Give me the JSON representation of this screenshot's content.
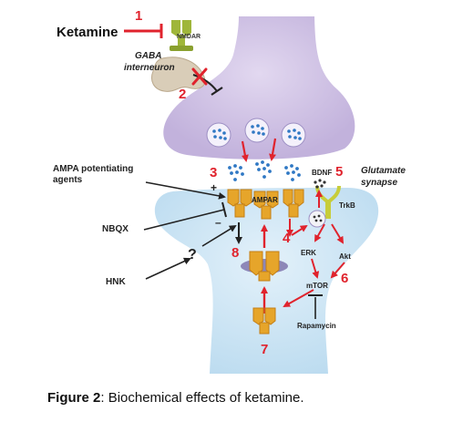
{
  "labels": {
    "ketamine": "Ketamine",
    "nmdar": "NMDAR",
    "gaba_line1": "GABA",
    "gaba_line2": "interneuron",
    "ampa_line1": "AMPA potentiating",
    "ampa_line2": "agents",
    "nbqx": "NBQX",
    "hnk": "HNK",
    "question": "?",
    "ampar": "AMPAR",
    "bdnf": "BDNF",
    "trkb": "TrkB",
    "erk": "ERK",
    "akt": "Akt",
    "mtor": "mTOR",
    "rapamycin": "Rapamycin",
    "glutamate_line1": "Glutamate",
    "glutamate_line2": "synapse",
    "plus": "+",
    "minus": "–"
  },
  "steps": [
    "1",
    "2",
    "3",
    "4",
    "5",
    "6",
    "7",
    "8"
  ],
  "caption": {
    "prefix": "Figure 2",
    "text": ": Biochemical effects of ketamine."
  },
  "colors": {
    "presynaptic": "#cdbfe3",
    "postsynaptic": "#cfe6f5",
    "receptor": "#e6a52a",
    "receptor_dark": "#c47e14",
    "step_red": "#e0232d",
    "vesicle_dot": "#2f78c4",
    "trkb": "#c7cd3a",
    "nmdar": "#9fb63a",
    "gaba_cell": "#d9cdb8"
  }
}
